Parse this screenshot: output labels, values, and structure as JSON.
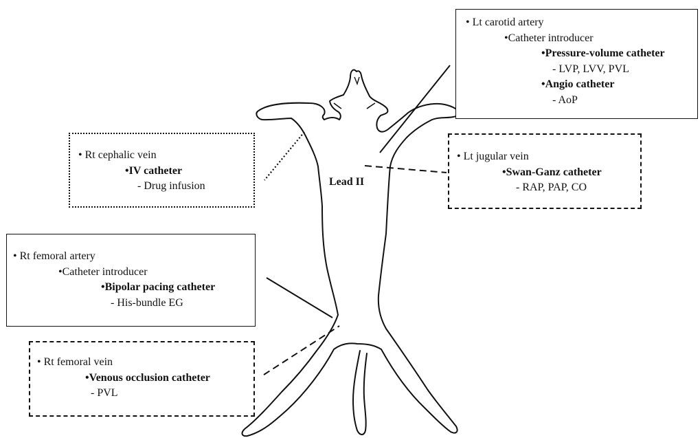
{
  "figure": {
    "center_label": "Lead II",
    "callouts": [
      {
        "id": "lt-carotid-artery",
        "style": "solid",
        "site": "• Lt carotid artery",
        "lines": [
          {
            "text": "•Catheter introducer",
            "bold": false
          },
          {
            "text": "•Pressure-volume catheter",
            "bold": true
          },
          {
            "text": "- LVP, LVV, PVL",
            "bold": false
          },
          {
            "text": "•Angio catheter",
            "bold": true
          },
          {
            "text": "- AoP",
            "bold": false
          }
        ]
      },
      {
        "id": "rt-cephalic-vein",
        "style": "dotted",
        "site": "• Rt cephalic vein",
        "lines": [
          {
            "text": "•IV catheter",
            "bold": true
          },
          {
            "text": "- Drug infusion",
            "bold": false
          }
        ]
      },
      {
        "id": "lt-jugular-vein",
        "style": "dashed",
        "site": "• Lt jugular vein",
        "lines": [
          {
            "text": "•Swan-Ganz catheter",
            "bold": true
          },
          {
            "text": "- RAP, PAP, CO",
            "bold": false
          }
        ]
      },
      {
        "id": "rt-femoral-artery",
        "style": "solid",
        "site": "• Rt femoral artery",
        "lines": [
          {
            "text": "•Catheter introducer",
            "bold": false
          },
          {
            "text": "•Bipolar pacing catheter",
            "bold": true
          },
          {
            "text": "- His-bundle EG",
            "bold": false
          }
        ]
      },
      {
        "id": "rt-femoral-vein",
        "style": "dashed",
        "site": "• Rt femoral vein",
        "lines": [
          {
            "text": "•Venous occlusion catheter",
            "bold": true
          },
          {
            "text": "- PVL",
            "bold": false
          }
        ]
      }
    ]
  },
  "colors": {
    "stroke": "#111111",
    "background": "#ffffff"
  }
}
